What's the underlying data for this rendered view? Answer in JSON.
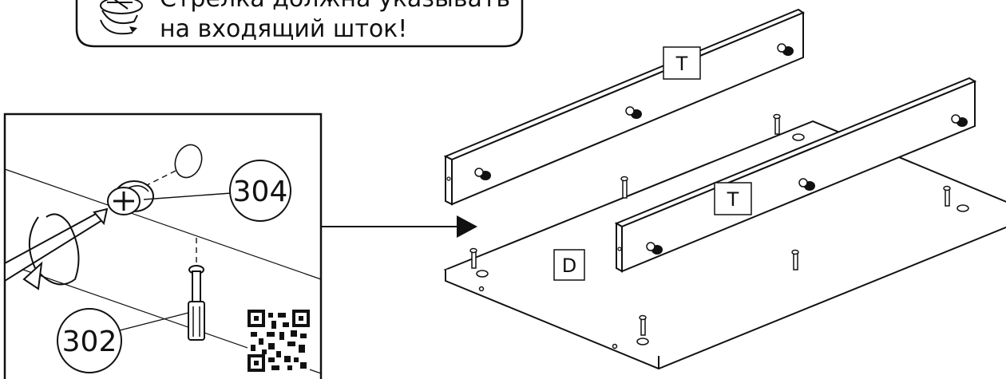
{
  "note": {
    "line1": "Стрелка должна указывать",
    "line2": "на входящий шток!"
  },
  "detail": {
    "part_304": "304",
    "part_302": "302"
  },
  "panels": {
    "top_rail_back": "T",
    "top_rail_front": "T",
    "bottom_panel": "D"
  },
  "icons": [
    "cam-lock-rotation-icon",
    "qr-code",
    "screwdriver",
    "rotation-arrow-icon",
    "arrow-right-icon"
  ]
}
